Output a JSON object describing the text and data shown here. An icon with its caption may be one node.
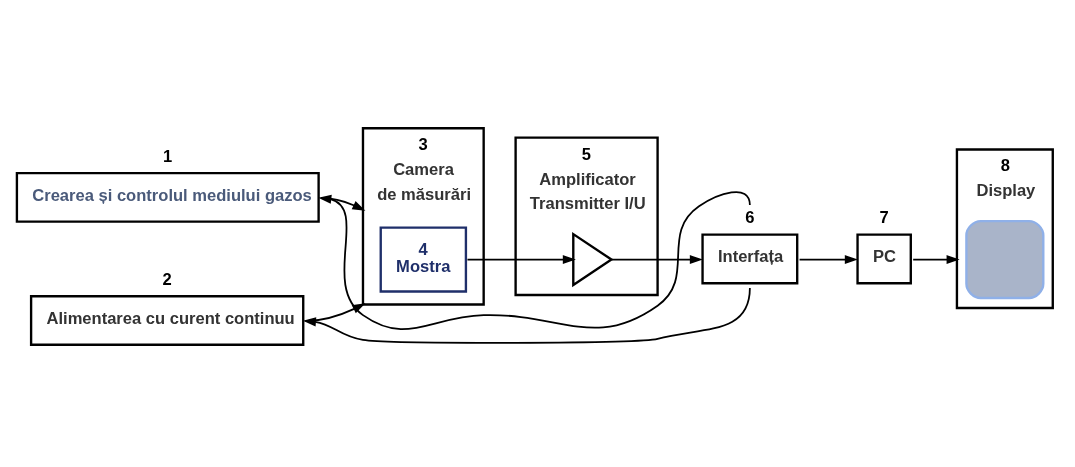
{
  "diagram": {
    "nodes": [
      {
        "text": [
          "Crearea și controlul mediului gazos"
        ],
        "beside": [
          "1"
        ]
      },
      {
        "text": [
          "Alimentarea cu curent continuu"
        ],
        "beside": [
          "2"
        ]
      },
      {
        "text": [
          "Camera",
          "de măsurări"
        ],
        "beside": [
          "3"
        ]
      },
      {
        "text": [
          "4",
          "Mostra"
        ],
        "in": 2
      },
      {
        "text": [
          "Amplificator",
          "Transmitter I/U"
        ],
        "beside": [
          "5"
        ]
      },
      {
        "text": [],
        "shape": "triangle",
        "in": 4
      },
      {
        "text": [
          "Interfața"
        ],
        "beside": [
          "6"
        ]
      },
      {
        "text": [
          "PC"
        ],
        "beside": [
          "7"
        ]
      },
      {
        "text": [
          "Display"
        ],
        "beside": [
          "8"
        ]
      },
      {
        "text": [],
        "shape": "box",
        "in": 8
      }
    ],
    "edges": [
      {
        "from": 0,
        "to": 2,
        "arrow": "to"
      },
      {
        "from": 1,
        "to": 2,
        "arrow": "to"
      },
      {
        "from": 3,
        "to": 5,
        "arrow": "to"
      },
      {
        "from": 5,
        "to": 6,
        "arrow": "to"
      },
      {
        "from": 6,
        "to": 7,
        "arrow": "to"
      },
      {
        "from": 7,
        "to": 8,
        "arrow": "to"
      },
      {
        "from": 6,
        "to": 0,
        "arrow": "to"
      },
      {
        "from": 6,
        "to": 1,
        "arrow": "to"
      }
    ]
  }
}
